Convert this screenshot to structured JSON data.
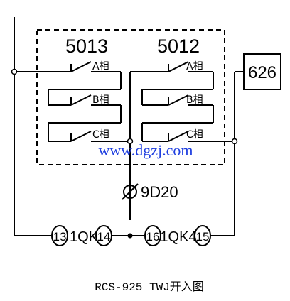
{
  "breaker_left": "5013",
  "breaker_right": "5012",
  "phase_a": "A相",
  "phase_b": "B相",
  "phase_c": "C相",
  "relay_box": "626",
  "node_9d20": "9D20",
  "terminal_13": "13",
  "label_1qk": "1QK",
  "terminal_14": "14",
  "terminal_16": "16",
  "label_1qk4": "1QK4",
  "terminal_15": "15",
  "watermark": "www.dgzj.com",
  "caption": "RCS-925 TWJ开入图"
}
